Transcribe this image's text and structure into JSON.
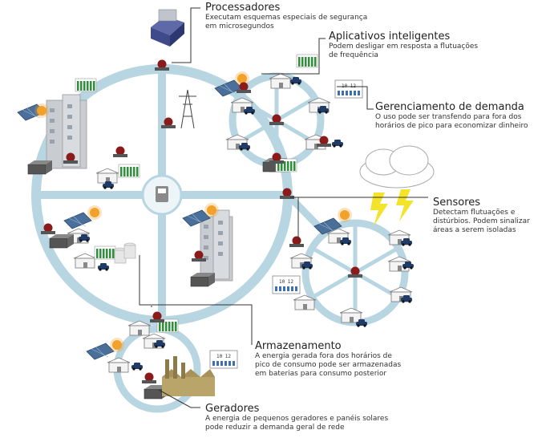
{
  "callouts": [
    {
      "id": "processadores",
      "title": "Processadores",
      "lines": [
        "Executam esquemas especiais de segurança",
        "em microsegundos"
      ]
    },
    {
      "id": "aplicativos",
      "title": "Aplicativos inteligentes",
      "lines": [
        "Podem desligar em resposta a flutuações",
        "de frequência"
      ]
    },
    {
      "id": "gerenciamento",
      "title": "Gerenciamento de demanda",
      "lines": [
        "O uso pode ser transfendo para fora dos",
        "horários de pico para economizar dinheiro"
      ]
    },
    {
      "id": "sensores",
      "title": "Sensores",
      "lines": [
        "Detectam flutuações e",
        "distúrbios. Podem sinalizar",
        "áreas a serem isoladas"
      ]
    },
    {
      "id": "armazenamento",
      "title": "Armazenamento",
      "lines": [
        "A energia gerada fora dos horários de",
        "pico de consumo pode ser armazenadas",
        "em baterias para consumo posterior"
      ]
    },
    {
      "id": "geradores",
      "title": "Geradores",
      "lines": [
        "A energia de pequenos geradores e panéis solares",
        "pode reduzir a demanda geral de rede"
      ]
    }
  ],
  "meter_labels": [
    "10 12",
    "10 12",
    "10 12"
  ],
  "colors": {
    "ring": "#b8d5e2",
    "ring_edge": "#9fc3d4",
    "node": "#8b1a1a",
    "solar": "#4a6f9a",
    "sun": "#f2a22a",
    "building": "#c9cdd2",
    "meter": "#2f8f3a",
    "factory": "#b9a46a",
    "lightning": "#f3e32a"
  }
}
